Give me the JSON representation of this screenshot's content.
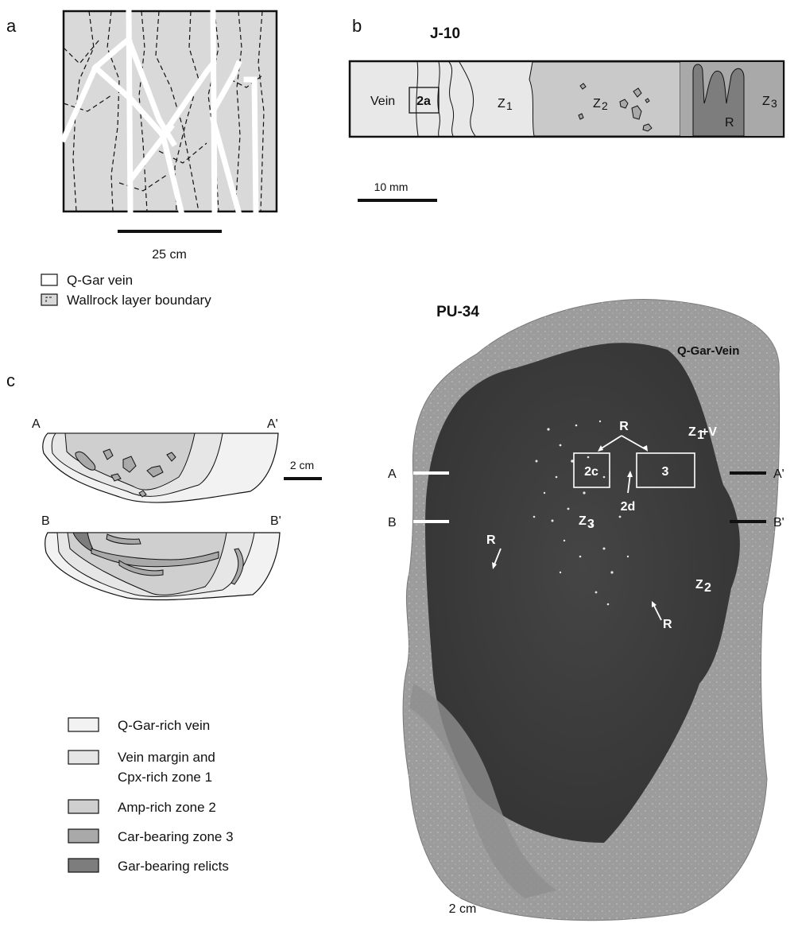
{
  "panel_a": {
    "letter": "a",
    "scale_label": "25 cm",
    "legend": [
      {
        "label": "Q-Gar vein",
        "swatch": "white"
      },
      {
        "label": "Wallrock layer boundary",
        "swatch": "grey-dashed"
      }
    ]
  },
  "panel_b": {
    "letter": "b",
    "title": "J-10",
    "zone_labels": [
      "Vein",
      "2a",
      "Z",
      "1",
      "Z",
      "2",
      "R",
      "Z",
      "3"
    ],
    "scale_label": "10 mm"
  },
  "panel_c": {
    "letter": "c",
    "section1": {
      "start": "A",
      "end": "A'"
    },
    "section2": {
      "start": "B",
      "end": "B'"
    },
    "scale_label": "2 cm",
    "legend": [
      {
        "label": "Q-Gar-rich vein",
        "color": "#f2f2f2"
      },
      {
        "label": "Vein margin and",
        "label2": "Cpx-rich zone 1",
        "color": "#e6e6e6"
      },
      {
        "label": "Amp-rich zone 2",
        "color": "#cfcfcf"
      },
      {
        "label": "Car-bearing zone 3",
        "color": "#a9a9a9"
      },
      {
        "label": "Gar-bearing relicts",
        "color": "#7d7d7d"
      }
    ]
  },
  "photo": {
    "title": "PU-34",
    "vein_label": "Q-Gar-Vein",
    "labels": {
      "r_top": "R",
      "z1v": "Z",
      "z1v_sub": "1",
      "z1v_suffix": "+V",
      "box_2c": "2c",
      "box_3": "3",
      "label_2d": "2d",
      "z3": "Z",
      "z3_sub": "3",
      "r_left": "R",
      "r_right": "R",
      "z2": "Z",
      "z2_sub": "2"
    },
    "markers": {
      "a": "A",
      "a_prime": "A'",
      "b": "B",
      "b_prime": "B'"
    },
    "scale_label": "2 cm"
  },
  "colors": {
    "vein": "#ffffff",
    "wallrock": "#d9d9d9",
    "photo_light": "#9a9a9a",
    "photo_dark": "#3e3e3e"
  }
}
